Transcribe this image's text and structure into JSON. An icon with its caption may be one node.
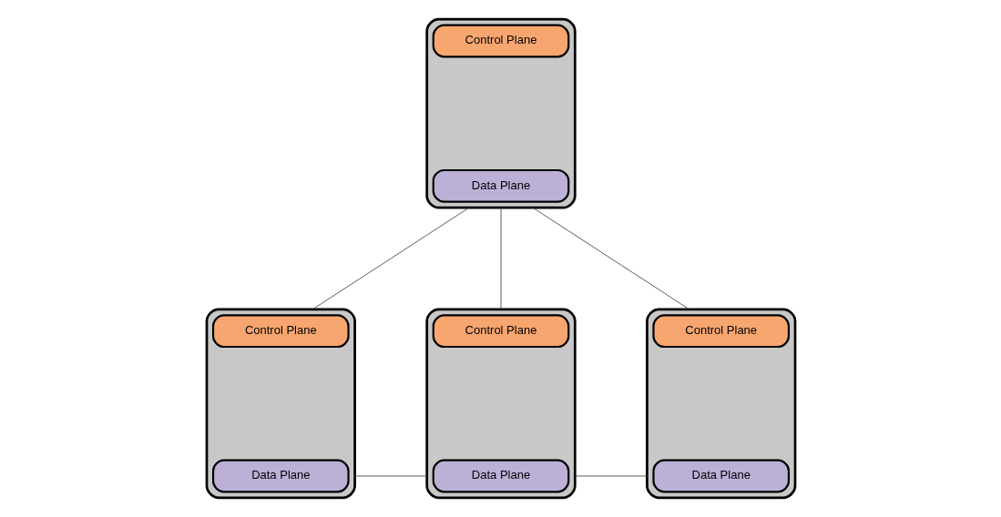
{
  "diagram": {
    "nodes": [
      {
        "text": [],
        "shape": "box"
      },
      {
        "text": [
          "Control Plane"
        ],
        "in": 0
      },
      {
        "text": [
          "Data Plane"
        ],
        "in": 0
      },
      {
        "text": [],
        "shape": "box"
      },
      {
        "text": [
          "Control Plane"
        ],
        "in": 3
      },
      {
        "text": [
          "Data Plane"
        ],
        "in": 3
      },
      {
        "text": [],
        "shape": "box"
      },
      {
        "text": [
          "Control Plane"
        ],
        "in": 6
      },
      {
        "text": [
          "Data Plane"
        ],
        "in": 6
      },
      {
        "text": [],
        "shape": "box"
      },
      {
        "text": [
          "Control Plane"
        ],
        "in": 9
      },
      {
        "text": [
          "Data Plane"
        ],
        "in": 9
      }
    ],
    "edges": [
      {
        "from": 0,
        "to": 3,
        "arrow": "none"
      },
      {
        "from": 0,
        "to": 6,
        "arrow": "none"
      },
      {
        "from": 0,
        "to": 9,
        "arrow": "none"
      },
      {
        "from": 3,
        "to": 6,
        "arrow": "none"
      },
      {
        "from": 6,
        "to": 9,
        "arrow": "none"
      }
    ]
  }
}
